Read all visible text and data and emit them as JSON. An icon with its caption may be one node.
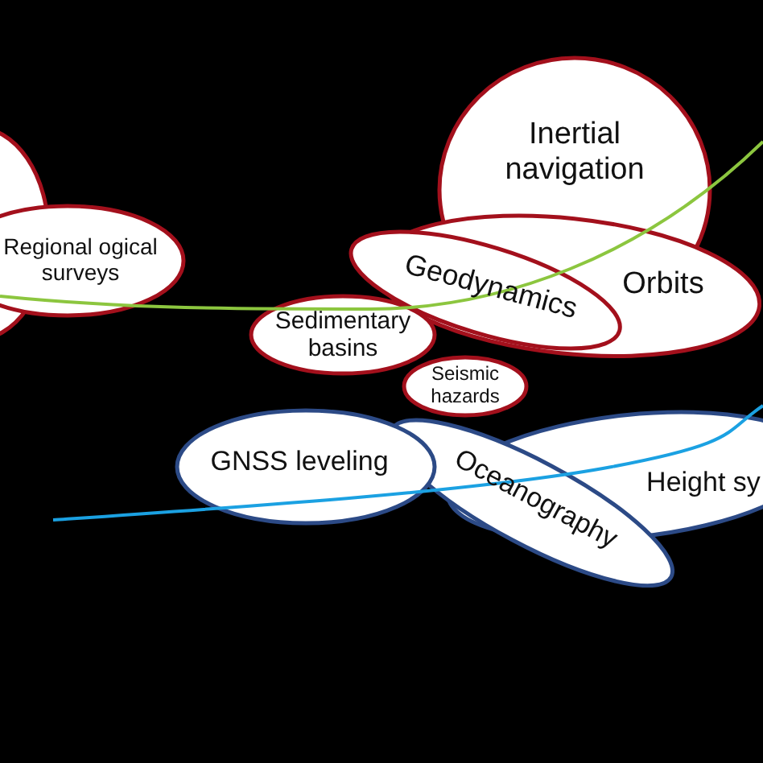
{
  "diagram": {
    "nodes": [
      {
        "text": [],
        "shape": "ellipse"
      },
      {
        "text": [
          "Inertial navigation"
        ]
      },
      {
        "text": [
          "Regional ogical surveys"
        ]
      },
      {
        "text": [
          "Orbits"
        ]
      },
      {
        "text": [
          "Geodynamics"
        ]
      },
      {
        "text": [
          "Sedimentary basins"
        ]
      },
      {
        "text": [
          "Seismic hazards"
        ]
      },
      {
        "text": [
          "Height sy"
        ]
      },
      {
        "text": [
          "GNSS leveling"
        ]
      },
      {
        "text": [
          "Oceanography"
        ]
      }
    ]
  }
}
